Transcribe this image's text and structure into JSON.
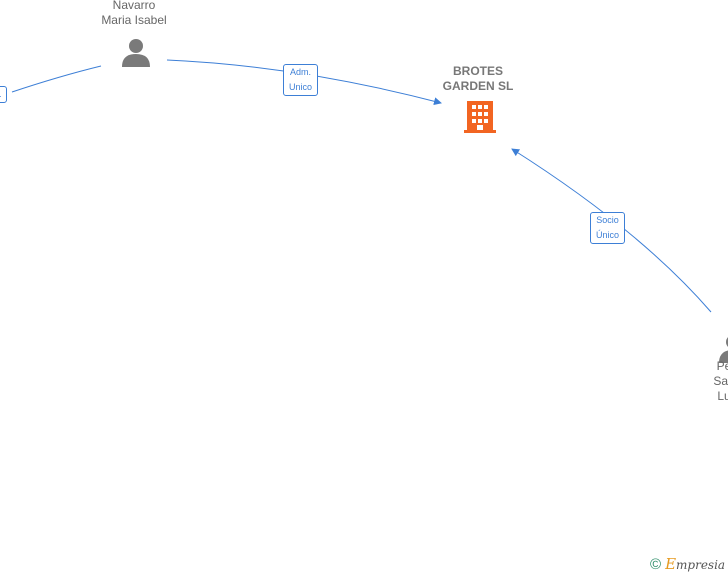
{
  "nodes": {
    "navarro": {
      "lines": [
        "Navarro",
        "Maria Isabel"
      ]
    },
    "company": {
      "lines": [
        "BROTES",
        "GARDEN  SL"
      ]
    },
    "partial_right": {
      "lines": [
        "Pe",
        "San",
        "Lu"
      ]
    }
  },
  "edges": {
    "adm": {
      "lines": [
        "Adm.",
        "Unico"
      ]
    },
    "socio": {
      "lines": [
        "Socio",
        "Único"
      ]
    },
    "left_partial": {
      "label": "."
    }
  },
  "brand": {
    "copyright": "©",
    "first_letter": "E",
    "rest": "mpresia"
  },
  "colors": {
    "edge": "#3d7fd6",
    "company_icon": "#f26522",
    "person_icon": "#7a7a7a"
  },
  "icons": {
    "person": "person-icon",
    "company": "building-icon"
  }
}
